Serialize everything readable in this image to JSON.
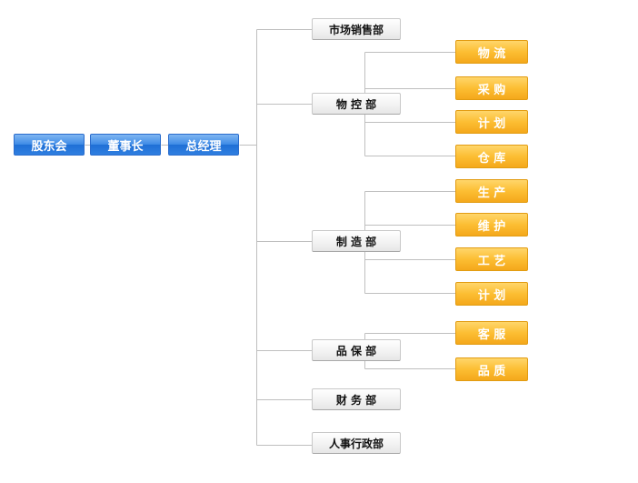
{
  "colors": {
    "blue": "#3d8ae6",
    "gold": "#fcbe33",
    "line": "#bfbfbf"
  },
  "top_chain": [
    "股东会",
    "董事长",
    "总经理"
  ],
  "departments": [
    {
      "label": "市场销售部",
      "children": []
    },
    {
      "label": "物  控  部",
      "children": [
        "物  流",
        "采  购",
        "计  划",
        "仓  库"
      ]
    },
    {
      "label": "制  造  部",
      "children": [
        "生  产",
        "维  护",
        "工  艺",
        "计  划"
      ]
    },
    {
      "label": "品  保  部",
      "children": [
        "客  服",
        "品  质"
      ]
    },
    {
      "label": "财  务  部",
      "children": []
    },
    {
      "label": "人事行政部",
      "children": []
    }
  ]
}
